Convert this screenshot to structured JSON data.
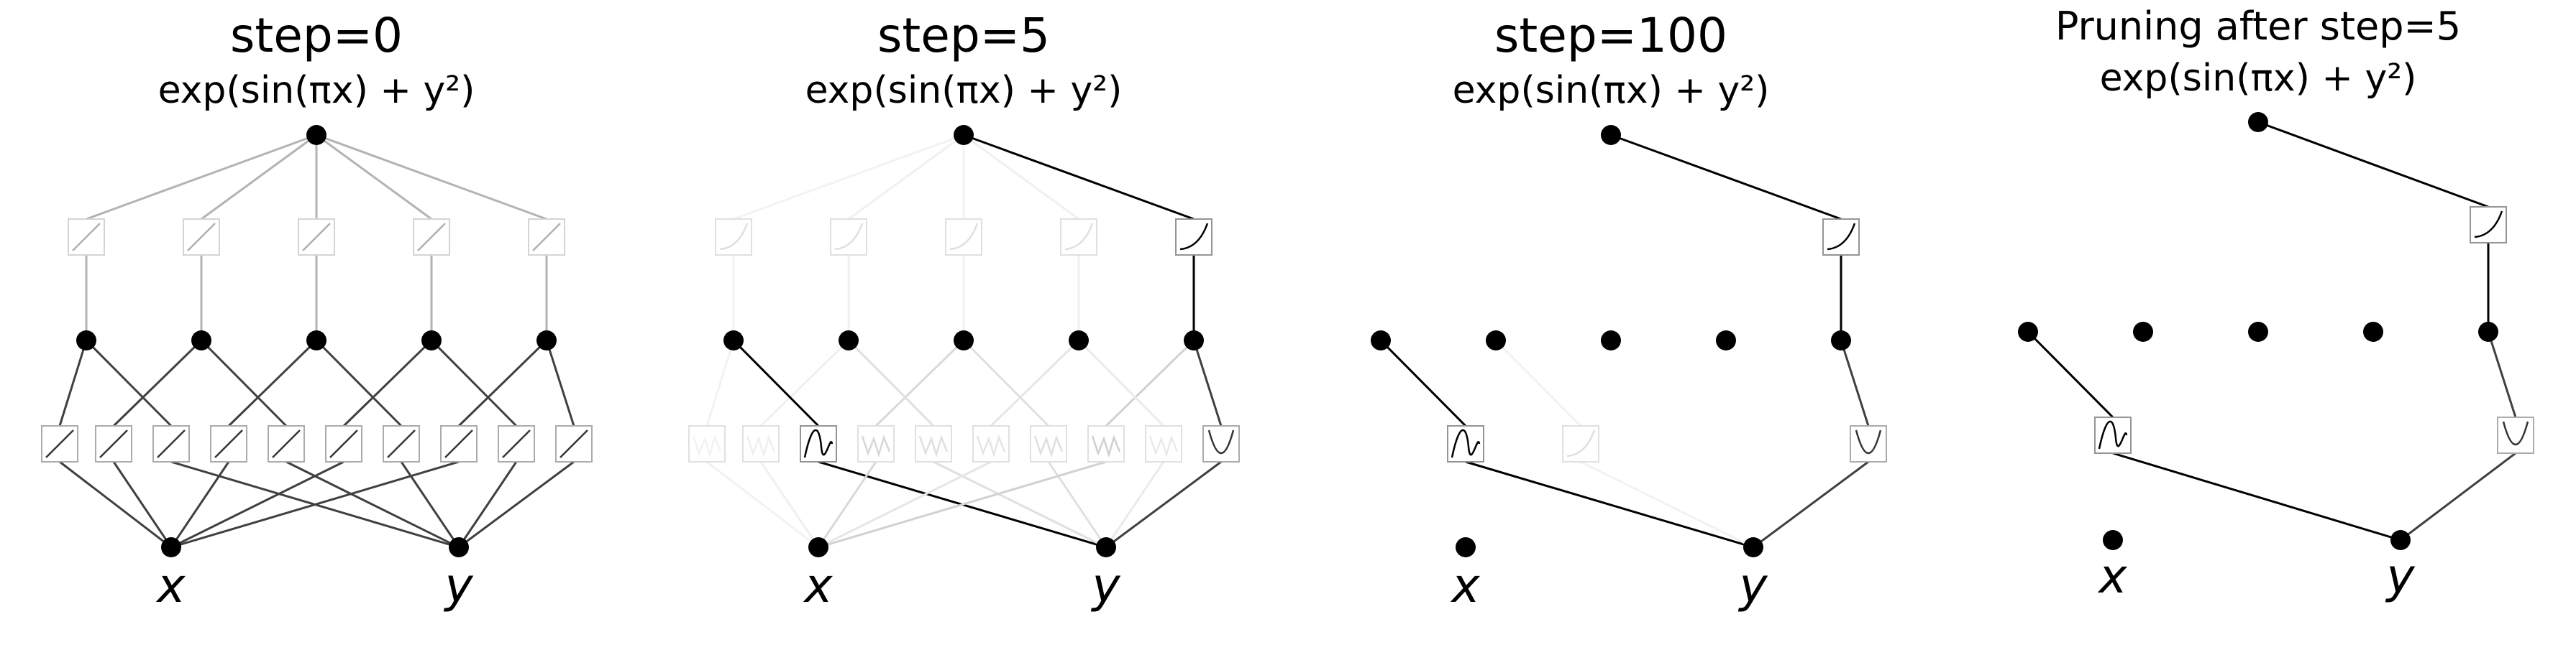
{
  "panels": [
    {
      "title": "step=0",
      "formula": "exp(sin(πx) + y²)",
      "inputs": [
        "x",
        "y"
      ],
      "hidden_nodes": 5,
      "layer1_activations": [
        "linear",
        "linear",
        "linear",
        "linear",
        "linear",
        "linear",
        "linear",
        "linear",
        "linear",
        "linear"
      ],
      "layer1_edge_strength": [
        0.75,
        0.75,
        0.75,
        0.75,
        0.75,
        0.75,
        0.75,
        0.75,
        0.75,
        0.75
      ],
      "layer2_activations": [
        "linear",
        "linear",
        "linear",
        "linear",
        "linear"
      ],
      "layer2_edge_strength": [
        0.3,
        0.3,
        0.3,
        0.3,
        0.3
      ]
    },
    {
      "title": "step=5",
      "formula": "exp(sin(πx) + y²)",
      "inputs": [
        "x",
        "y"
      ],
      "hidden_nodes": 5,
      "layer1_activations": [
        "wiggle",
        "wiggle",
        "sine",
        "wiggle",
        "wiggle",
        "wiggle",
        "wiggle",
        "wiggle",
        "wiggle",
        "parabola"
      ],
      "layer1_edge_strength": [
        0.05,
        0.06,
        1.0,
        0.15,
        0.12,
        0.1,
        0.12,
        0.18,
        0.08,
        0.75
      ],
      "layer2_activations": [
        "faint",
        "faint",
        "faint",
        "faint",
        "exponential"
      ],
      "layer2_edge_strength": [
        0.05,
        0.06,
        0.05,
        0.06,
        1.0
      ]
    },
    {
      "title": "step=100",
      "formula": "exp(sin(πx) + y²)",
      "inputs": [
        "x",
        "y"
      ],
      "hidden_nodes": 5,
      "layer1_activations": [
        "none",
        "none",
        "sine",
        "none",
        "faint",
        "none",
        "none",
        "none",
        "none",
        "parabola"
      ],
      "layer1_edge_strength": [
        0.0,
        0.0,
        1.0,
        0.0,
        0.05,
        0.04,
        0.0,
        0.0,
        0.0,
        0.75
      ],
      "layer2_activations": [
        "none",
        "none",
        "none",
        "none",
        "exponential"
      ],
      "layer2_edge_strength": [
        0.0,
        0.0,
        0.0,
        0.0,
        1.0
      ]
    },
    {
      "title": "Pruning after step=5",
      "formula": "exp(sin(πx) + y²)",
      "inputs": [
        "x",
        "y"
      ],
      "hidden_nodes": 5,
      "layer1_activations": [
        "none",
        "none",
        "sine",
        "none",
        "none",
        "none",
        "none",
        "none",
        "none",
        "parabola"
      ],
      "layer1_edge_strength": [
        0.0,
        0.0,
        1.0,
        0.0,
        0.0,
        0.0,
        0.0,
        0.0,
        0.0,
        0.75
      ],
      "layer2_activations": [
        "none",
        "none",
        "none",
        "none",
        "exponential"
      ],
      "layer2_edge_strength": [
        0.0,
        0.0,
        0.0,
        0.0,
        1.0
      ]
    }
  ]
}
